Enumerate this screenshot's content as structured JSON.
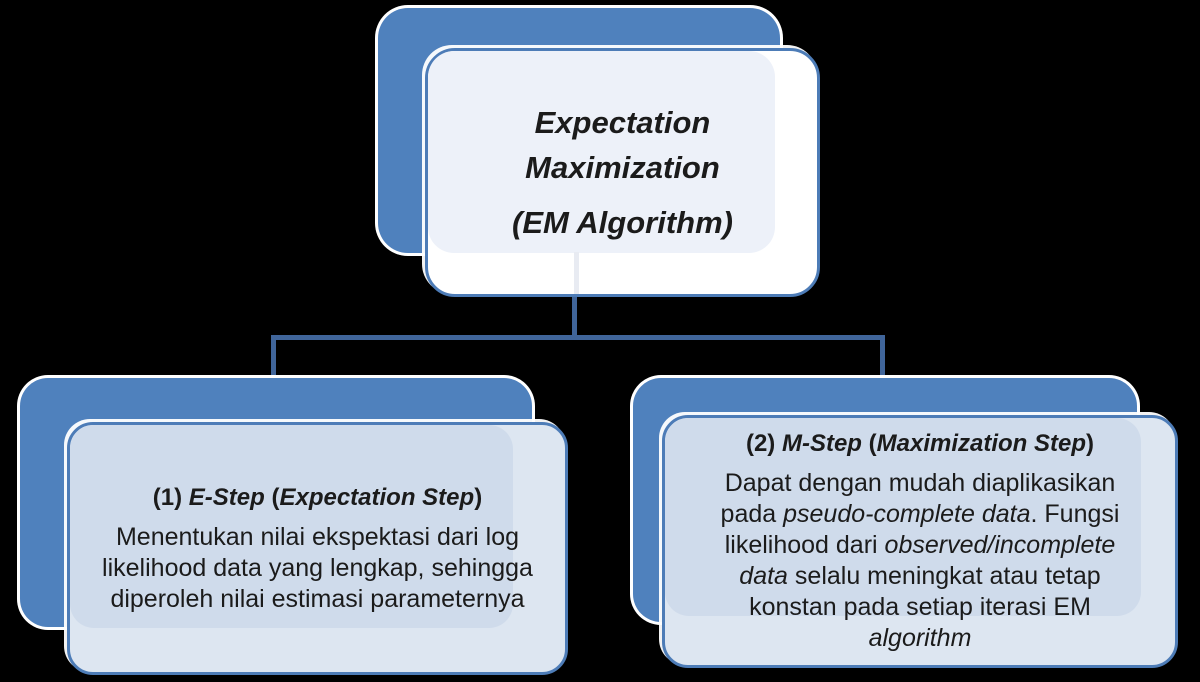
{
  "colors": {
    "bg": "#000000",
    "node_back": "#4f81bd",
    "node_border": "#4d7cb7",
    "connector": "#40659a",
    "top_front_fill": "#ffffff",
    "top_inner_fill": "#edf1f9",
    "child_front_fill": "#dde6f1",
    "child_inner_fill": "#cfdbeb",
    "text": "#1b1b1b",
    "outline": "#ffffff"
  },
  "root_node": {
    "line1": "Expectation",
    "line2": "Maximization",
    "line3": "(EM Algorithm)"
  },
  "e_step": {
    "title": [
      {
        "t": "(1) ",
        "b": 1
      },
      {
        "t": "E-Step",
        "b": 1,
        "i": 1
      },
      {
        "t": " (",
        "b": 1
      },
      {
        "t": "Expectation Step",
        "b": 1,
        "i": 1
      },
      {
        "t": ")",
        "b": 1
      }
    ],
    "body_lines": [
      [
        {
          "t": "Menentukan nilai ekspektasi dari log"
        }
      ],
      [
        {
          "t": "likelihood data yang lengkap, sehingga"
        }
      ],
      [
        {
          "t": "diperoleh nilai estimasi parameternya"
        }
      ]
    ]
  },
  "m_step": {
    "title": [
      {
        "t": "(2) ",
        "b": 1
      },
      {
        "t": "M-Step",
        "b": 1,
        "i": 1
      },
      {
        "t": " (",
        "b": 1
      },
      {
        "t": "Maximization Step",
        "b": 1,
        "i": 1
      },
      {
        "t": ")",
        "b": 1
      }
    ],
    "body_lines": [
      [
        {
          "t": "Dapat dengan mudah diaplikasikan"
        }
      ],
      [
        {
          "t": "pada "
        },
        {
          "t": "pseudo-complete data",
          "i": 1
        },
        {
          "t": ". Fungsi"
        }
      ],
      [
        {
          "t": "likelihood dari "
        },
        {
          "t": "observed/incomplete",
          "i": 1
        }
      ],
      [
        {
          "t": "data",
          "i": 1
        },
        {
          "t": " selalu meningkat atau tetap"
        }
      ],
      [
        {
          "t": "konstan pada setiap iterasi EM"
        }
      ],
      [
        {
          "t": "algorithm",
          "i": 1
        }
      ]
    ]
  }
}
